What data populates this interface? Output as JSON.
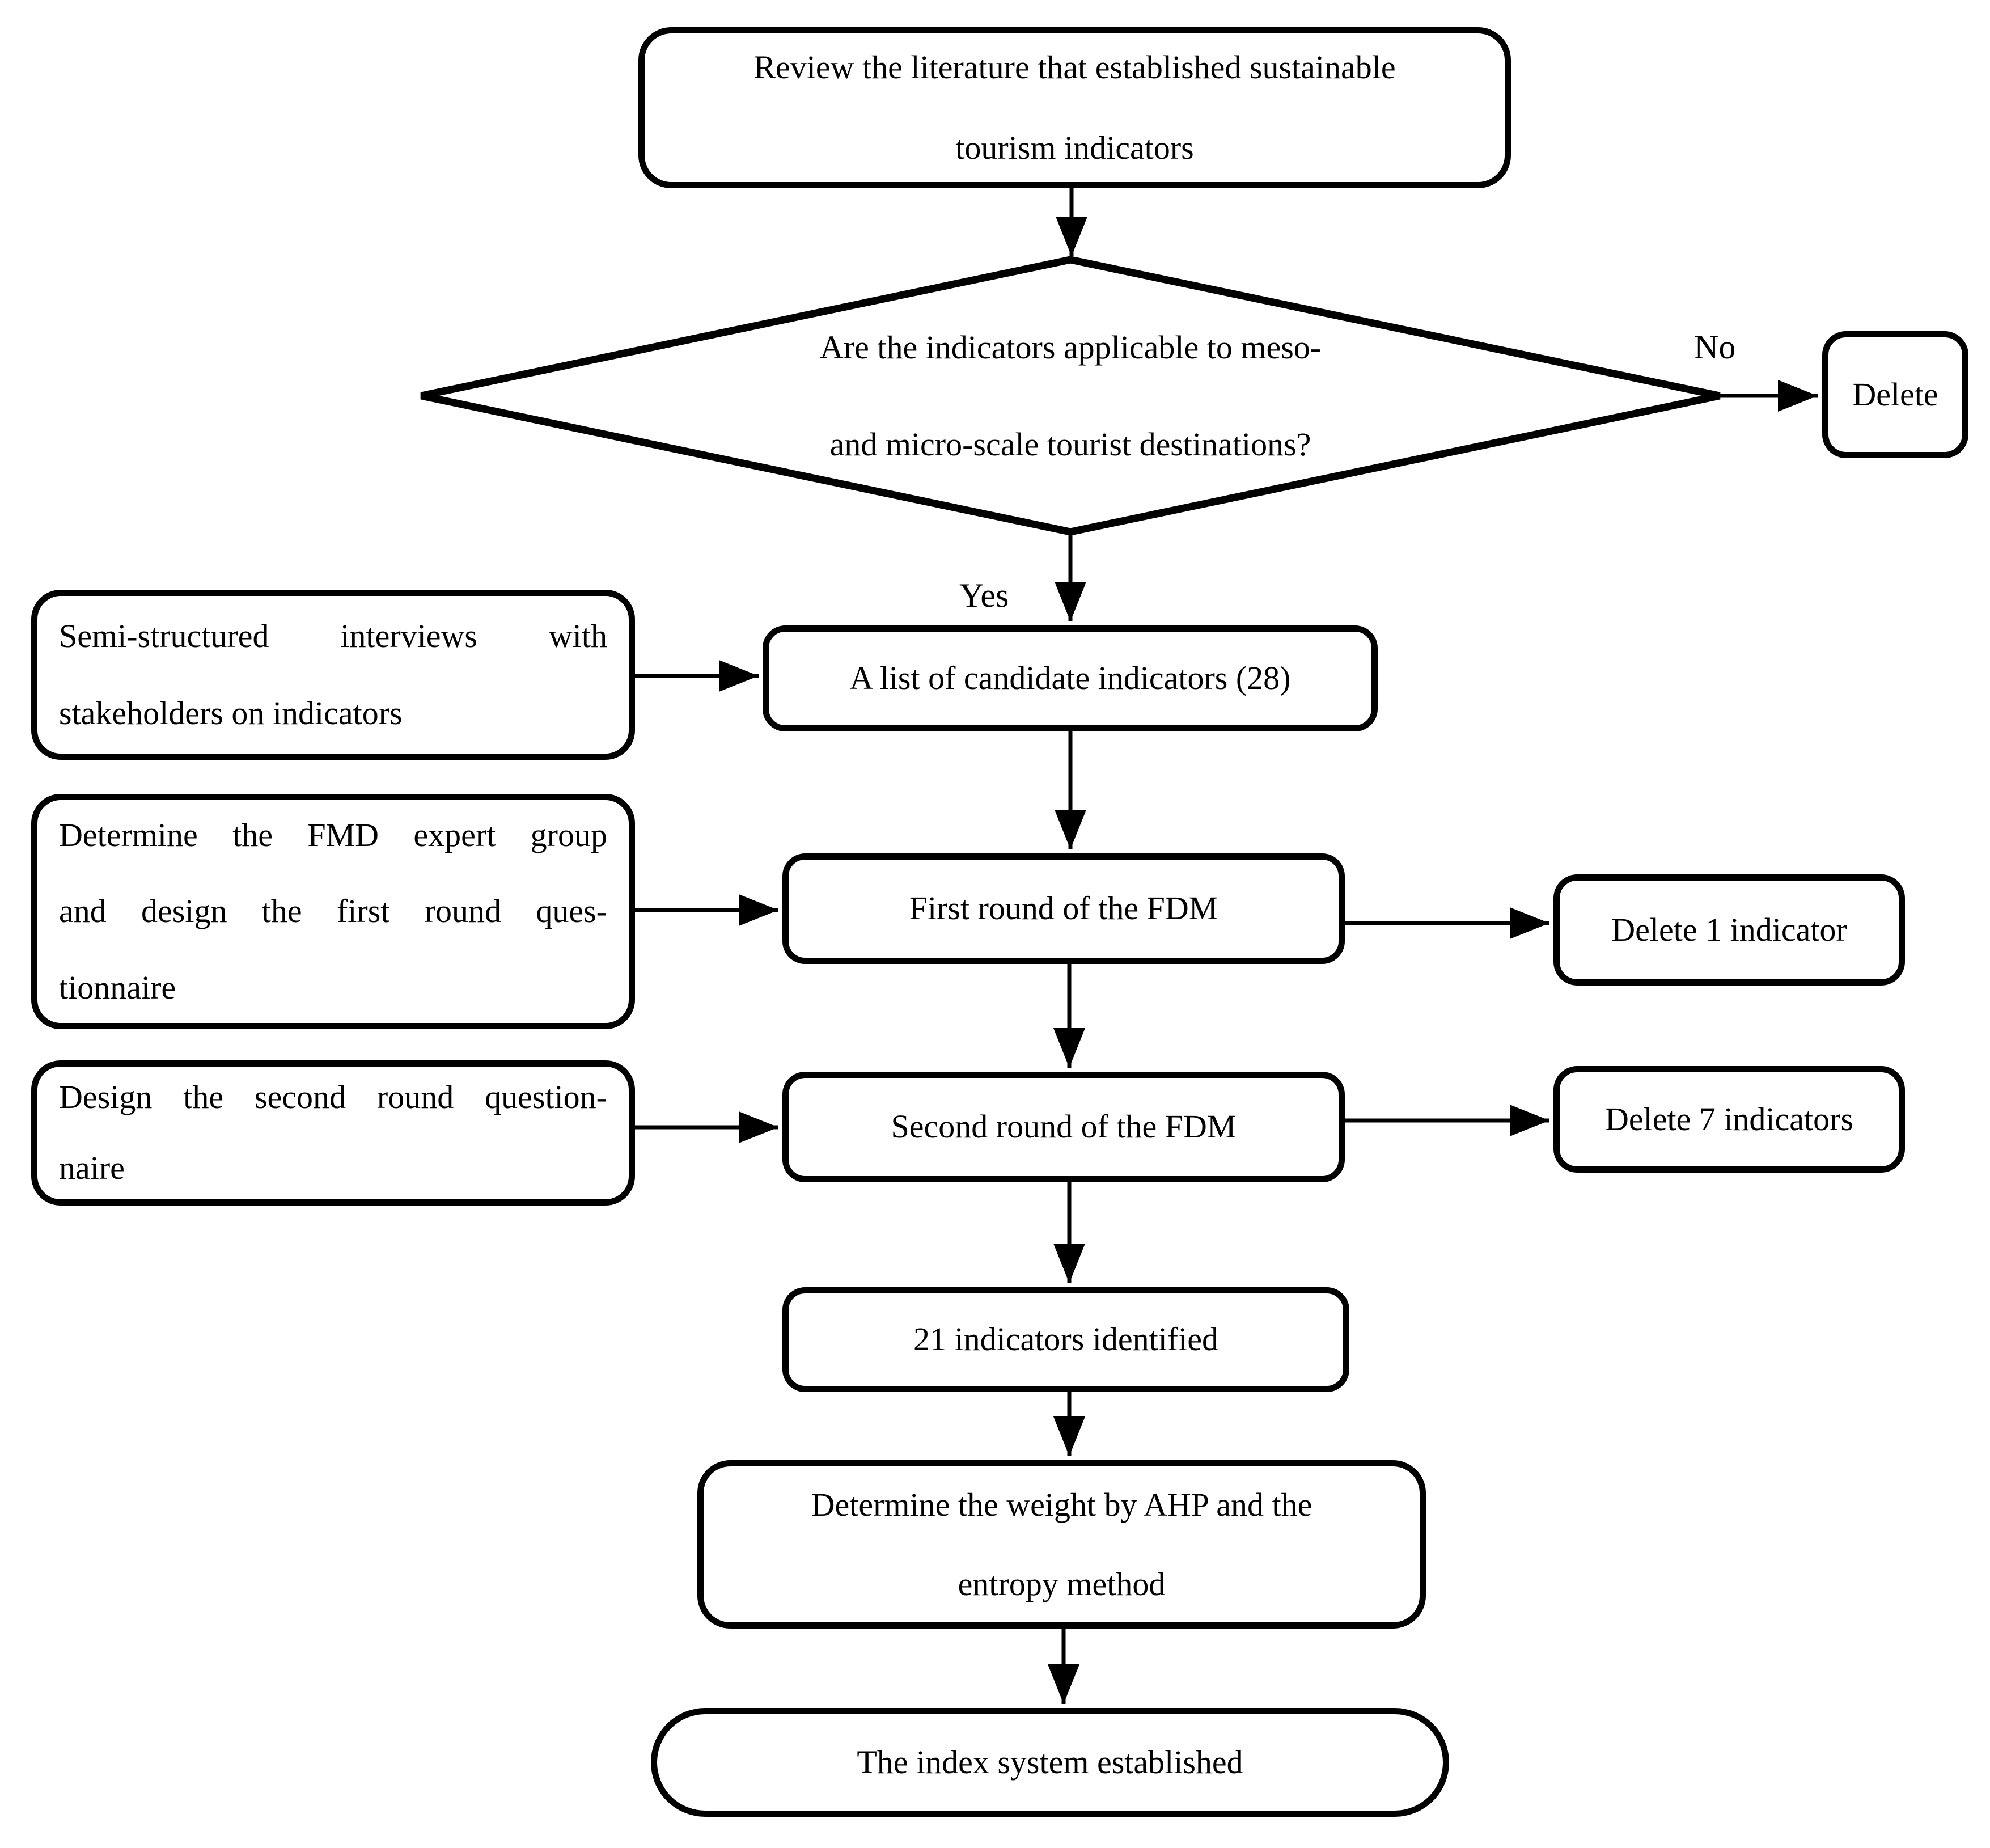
{
  "colors": {
    "stroke": "#000000",
    "background": "#ffffff"
  },
  "edge_labels": {
    "yes": "Yes",
    "no": "No"
  },
  "nodes": {
    "review": {
      "lines": [
        "Review the literature that established sustainable",
        "tourism indicators"
      ]
    },
    "decision": {
      "lines": [
        "Are the indicators applicable to meso-",
        "and micro-scale tourist destinations?"
      ]
    },
    "delete_box": {
      "label": "Delete"
    },
    "interviews": {
      "lines": [
        "Semi-structured interviews with",
        "stakeholders on indicators"
      ]
    },
    "candidate": {
      "label": "A list of candidate indicators (28)"
    },
    "expert_group": {
      "lines": [
        "Determine the FMD expert group",
        "and design the first round ques-",
        "tionnaire"
      ]
    },
    "first_round": {
      "label": "First round of the FDM"
    },
    "delete_one": {
      "label": "Delete 1 indicator"
    },
    "second_questionnaire": {
      "lines": [
        "Design the second round question-",
        "naire"
      ]
    },
    "second_round": {
      "label": "Second round of the FDM"
    },
    "delete_seven": {
      "label": "Delete 7 indicators"
    },
    "identified": {
      "label": "21 indicators identified"
    },
    "weighting": {
      "lines": [
        "Determine the weight by AHP and the",
        "entropy method"
      ]
    },
    "established": {
      "label": "The index system established"
    }
  }
}
